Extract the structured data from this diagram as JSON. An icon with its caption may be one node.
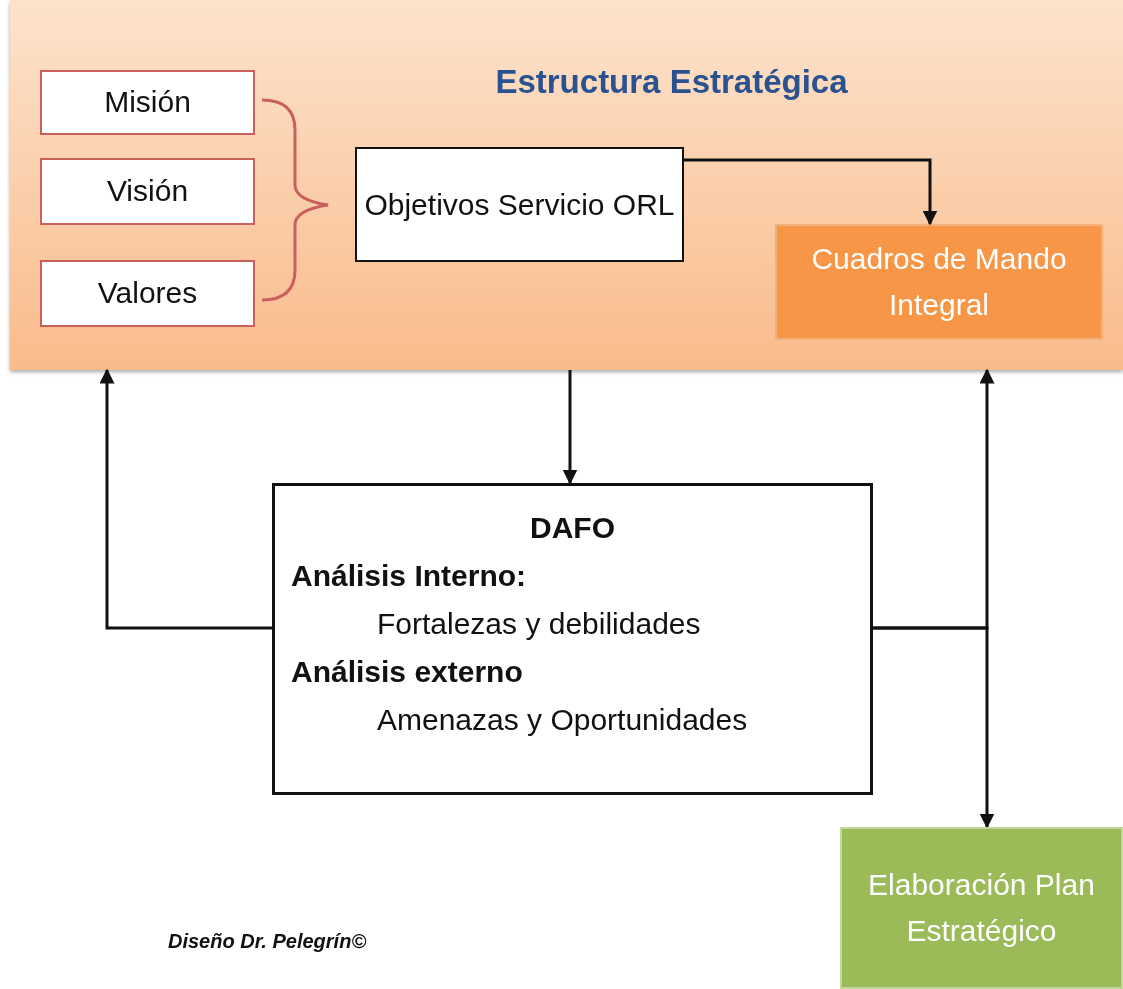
{
  "diagram": {
    "nodes": [
      {
        "text": [
          "Estructura Estratégica"
        ]
      },
      {
        "text": [
          "Misión"
        ],
        "in": 0
      },
      {
        "text": [
          "Visión"
        ],
        "in": 0
      },
      {
        "text": [
          "Valores"
        ],
        "in": 0
      },
      {
        "text": [
          "Objetivos Servicio ORL"
        ],
        "in": 0
      },
      {
        "text": [
          "Cuadros de Mando Integral"
        ],
        "in": 0
      },
      {
        "text": [
          "DAFO",
          "Análisis Interno:",
          "Fortalezas y debilidades",
          "Análisis externo",
          "Amenazas y Oportunidades"
        ]
      },
      {
        "text": [
          "Elaboración Plan Estratégico"
        ]
      }
    ],
    "edges": [
      {
        "from": 4,
        "to": 5,
        "arrow": "to"
      },
      {
        "from": 0,
        "to": 6,
        "arrow": "to"
      },
      {
        "from": 6,
        "to": 0,
        "arrow": "to"
      },
      {
        "from": 6,
        "to": 0,
        "arrow": "to"
      },
      {
        "from": 6,
        "to": 7,
        "arrow": "to"
      }
    ],
    "labels": [
      "Diseño Dr. Pelegrín©"
    ]
  }
}
